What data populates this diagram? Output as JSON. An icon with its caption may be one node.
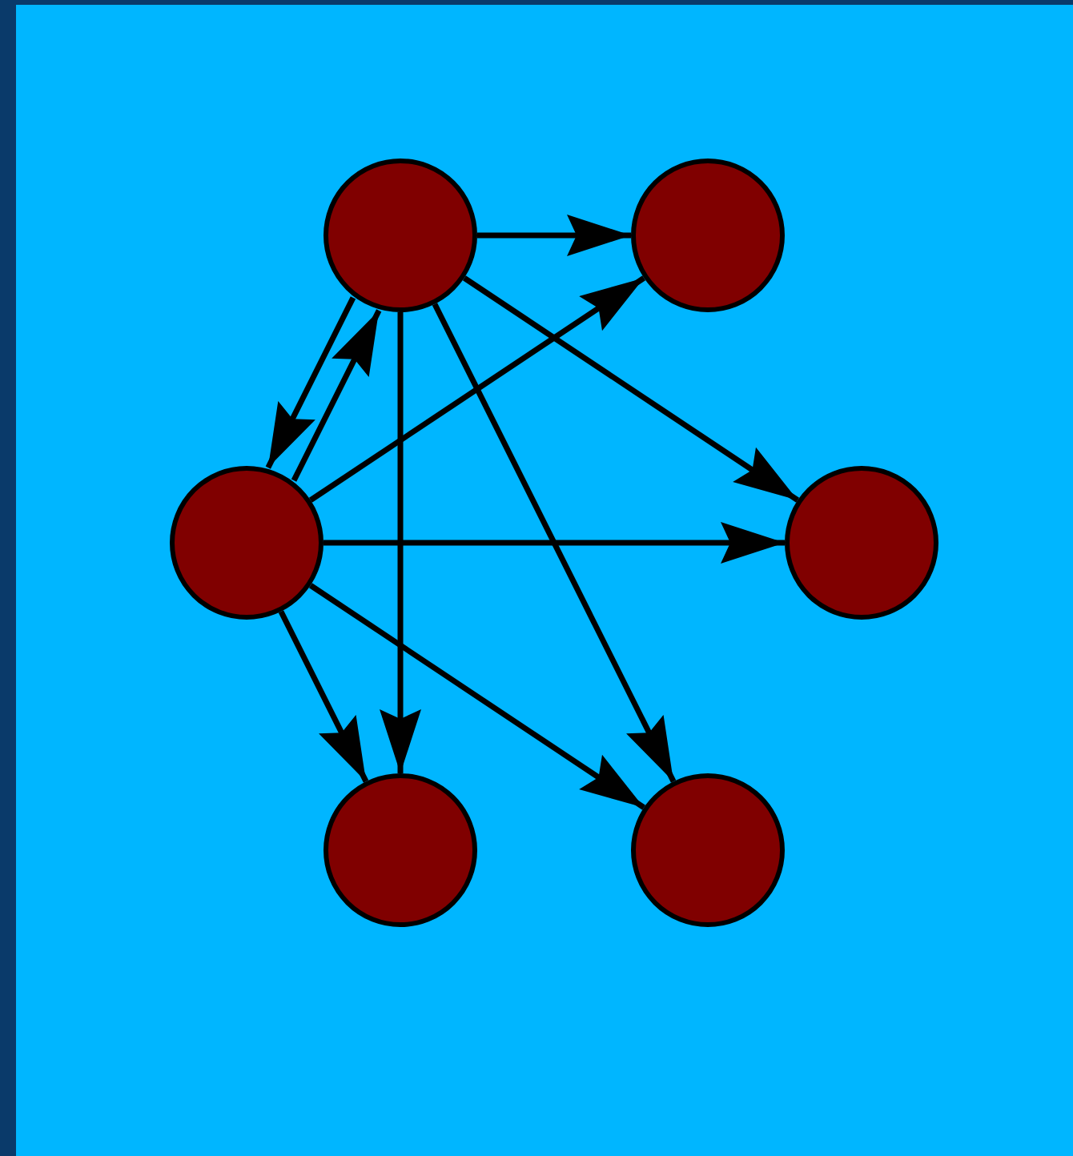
{
  "diagram": {
    "nodes": [
      {
        "text": [],
        "shape": "circle"
      },
      {
        "text": [],
        "shape": "circle"
      },
      {
        "text": [],
        "shape": "circle"
      },
      {
        "text": [],
        "shape": "circle"
      },
      {
        "text": [],
        "shape": "circle"
      },
      {
        "text": [],
        "shape": "circle"
      }
    ],
    "edges": [
      {
        "from": 0,
        "to": 1,
        "arrow": "to"
      },
      {
        "from": 0,
        "to": 3,
        "arrow": "to"
      },
      {
        "from": 0,
        "to": 2,
        "arrow": "to"
      },
      {
        "from": 0,
        "to": 4,
        "arrow": "to"
      },
      {
        "from": 0,
        "to": 5,
        "arrow": "to"
      },
      {
        "from": 2,
        "to": 0,
        "arrow": "to"
      },
      {
        "from": 2,
        "to": 1,
        "arrow": "to"
      },
      {
        "from": 2,
        "to": 3,
        "arrow": "to"
      },
      {
        "from": 2,
        "to": 5,
        "arrow": "to"
      },
      {
        "from": 2,
        "to": 4,
        "arrow": "to"
      }
    ]
  }
}
